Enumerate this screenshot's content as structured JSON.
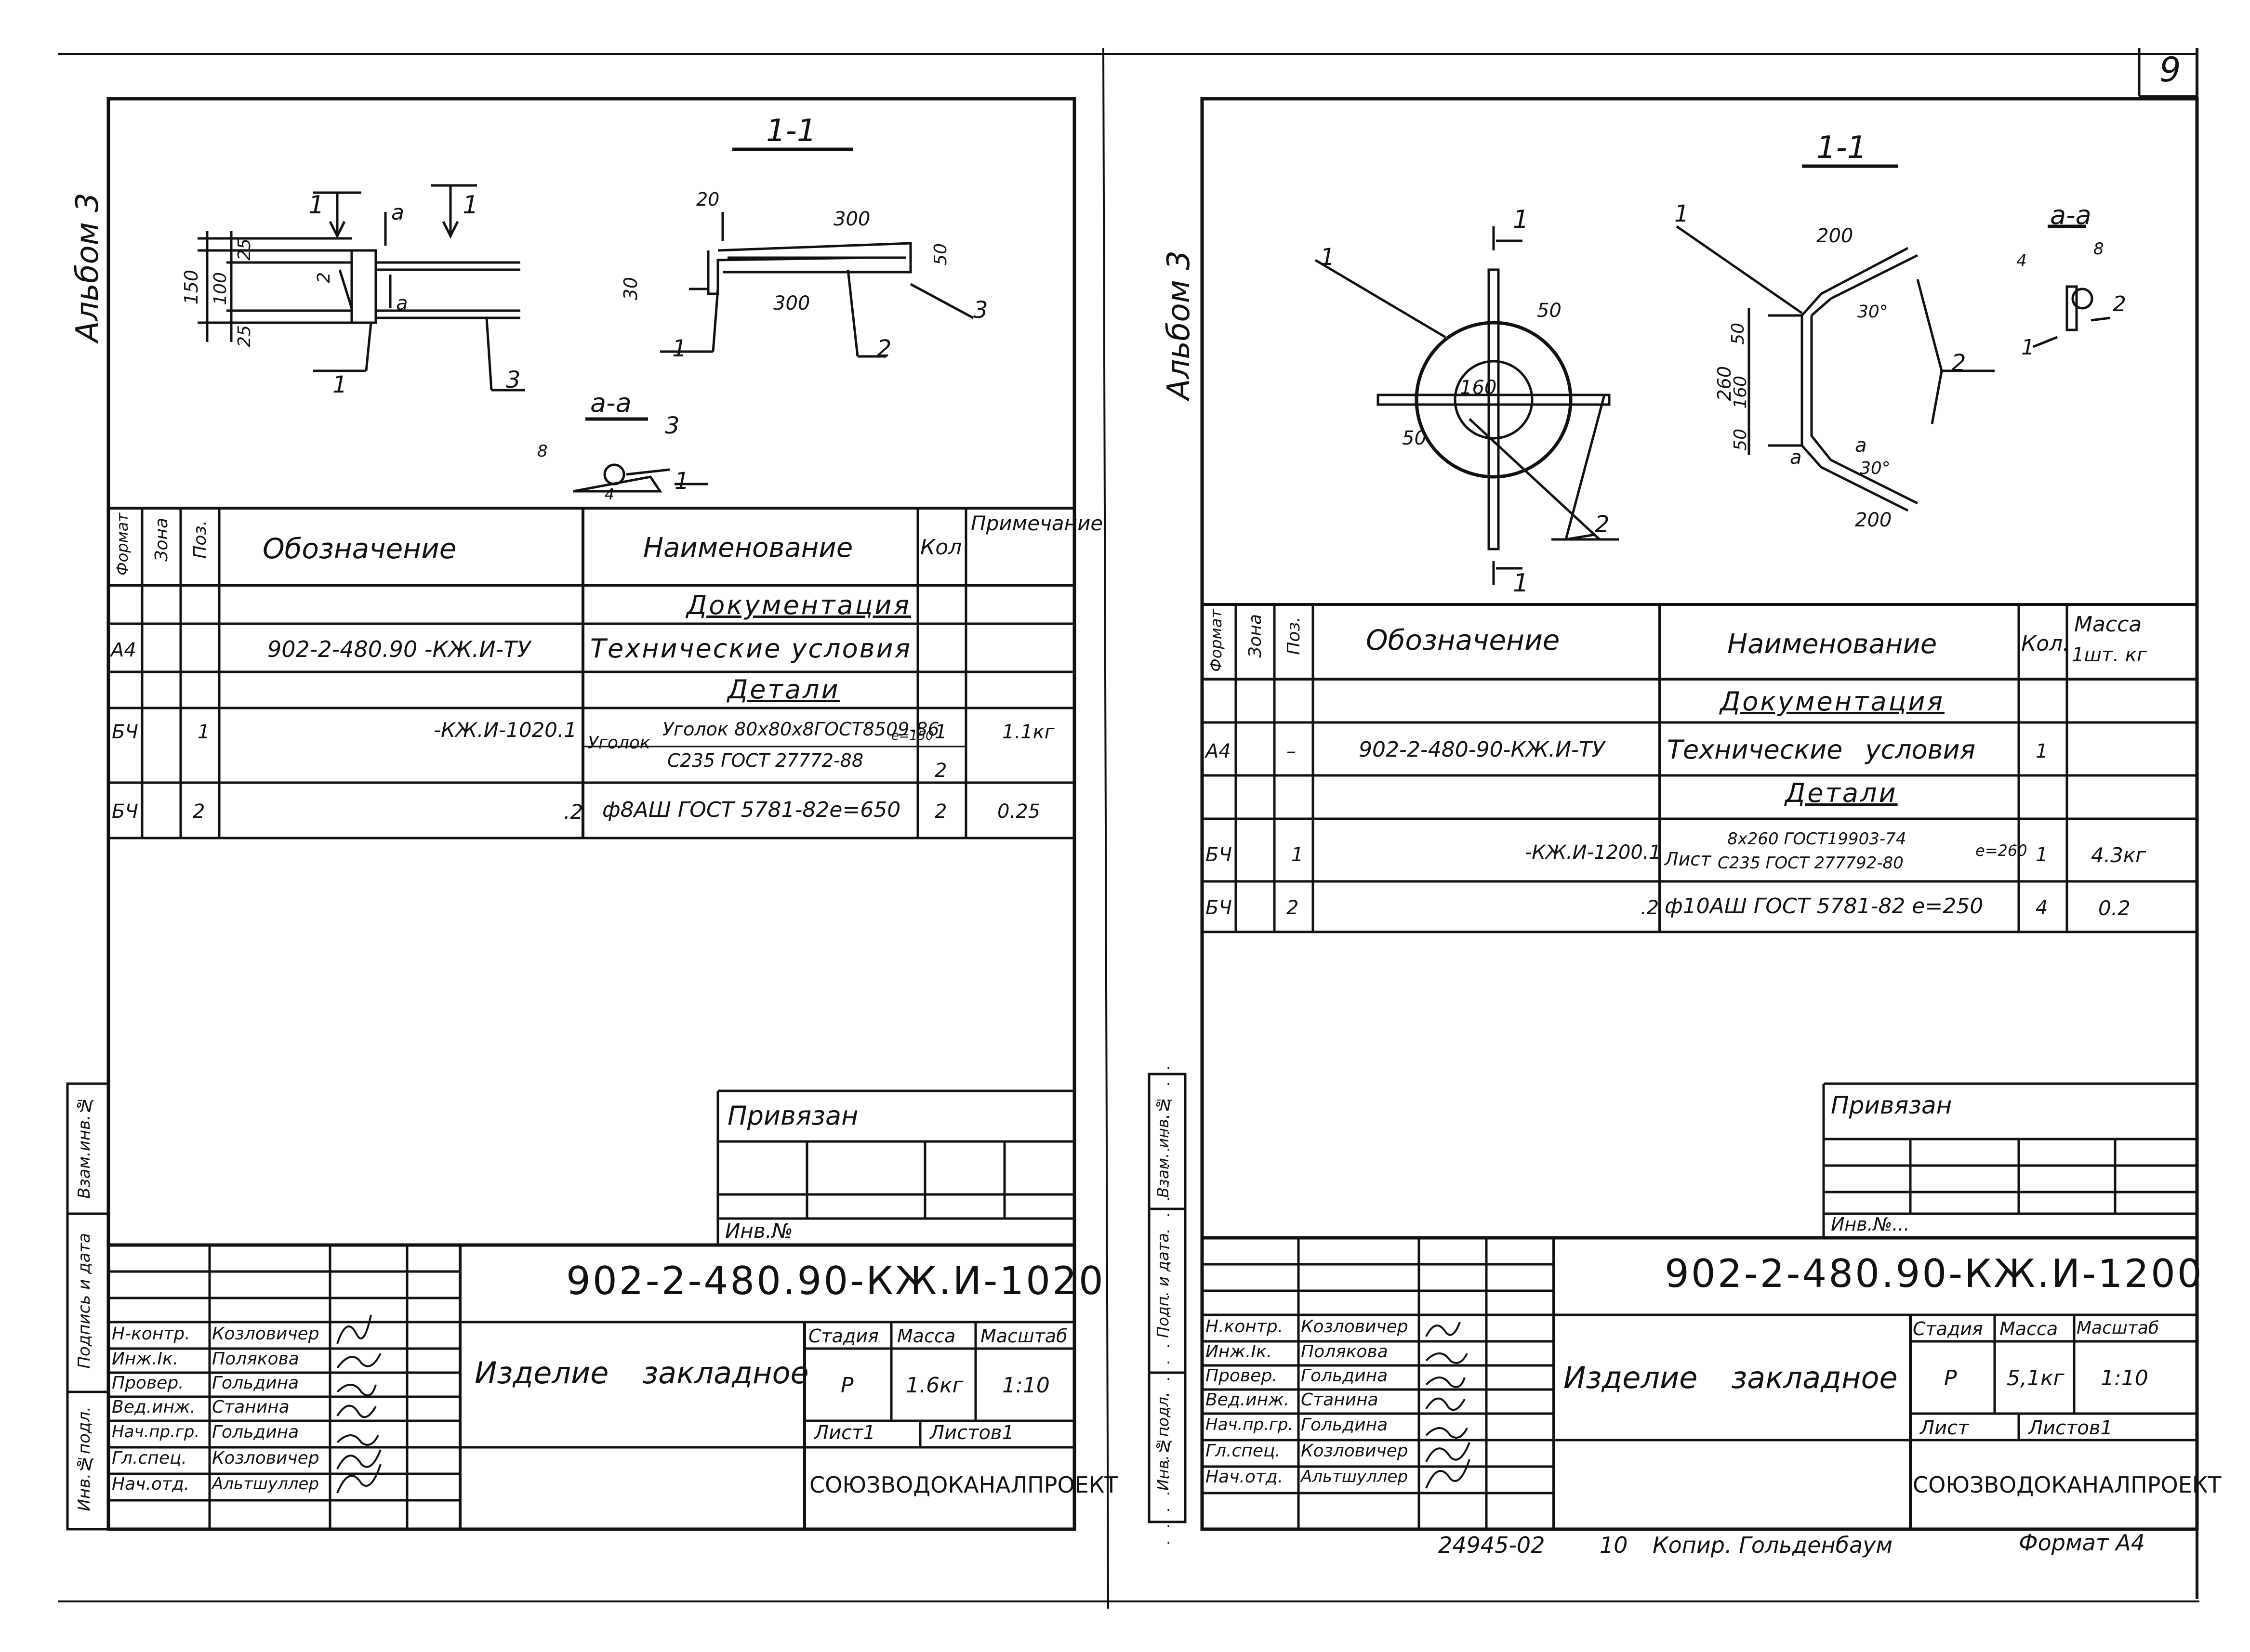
{
  "page_number": "9",
  "left": {
    "album": "Альбом 3",
    "section_title": "1-1",
    "section_aa": "a-a",
    "labels": {
      "cut_1": "1",
      "cut_1b": "1",
      "a": "a",
      "a2": "a",
      "d150": "150",
      "d100": "100",
      "d25a": "25",
      "d25b": "25",
      "d2": "2",
      "d20": "20",
      "d30": "30",
      "d300a": "300",
      "d300b": "300",
      "d50": "50",
      "d8": "8",
      "d4": "4",
      "p1": "1",
      "p3": "3",
      "p1b": "1",
      "p2b": "2",
      "p3b": "3",
      "p3c": "3",
      "p1c": "1"
    },
    "spec": {
      "headers": {
        "format": "Формат",
        "zone": "Зона",
        "pos": "Поз.",
        "designation": "Обозначение",
        "name": "Наименование",
        "qty": "Кол",
        "note": "Примечание"
      },
      "sec_docs": "Документация",
      "sec_parts": "Детали",
      "rows": [
        {
          "format": "А4",
          "pos": "",
          "designation": "902-2-480.90 -КЖ.И-ТУ",
          "name": "Технические условия",
          "qty": "",
          "note": ""
        },
        {
          "format": "БЧ",
          "pos": "1",
          "designation": "-КЖ.И-1020.1",
          "name1": "Уголок 80х80х8ГОСТ8509-86",
          "name1b": "е=150",
          "name2": "С235 ГОСТ 27772-88",
          "qty": "1",
          "qty2": "2",
          "note": "1.1кг"
        },
        {
          "format": "БЧ",
          "pos": "2",
          "designation": ".2",
          "name": "ф8АШ ГОСТ 5781-82е=650",
          "qty": "2",
          "note": "0.25"
        }
      ]
    },
    "privyazan": "Привязан",
    "inv": "Инв.№",
    "side_cols": [
      "Инв.№подл.",
      "Подпись и дата",
      "Взам.инв.№"
    ],
    "title_block": {
      "code": "902-2-480.90-КЖ.И-1020",
      "product": "Изделие закладное",
      "stage_h": "Стадия",
      "mass_h": "Масса",
      "scale_h": "Масштаб",
      "stage": "Р",
      "mass": "1.6кг",
      "scale": "1:10",
      "sheet": "Лист1",
      "sheets": "Листов1",
      "org": "СОЮЗВОДОКАНАЛПРОЕКТ",
      "roles": [
        "Н-контр.",
        "Инж.Iк.",
        "Провер.",
        "Вед.инж.",
        "Нач.пр.гр.",
        "Гл.спец.",
        "Нач.отд."
      ],
      "names": [
        "Козловичер",
        "Полякова",
        "Гольдина",
        "Станина",
        "Гольдина",
        "Козловичер",
        "Альтшуллер"
      ]
    }
  },
  "right": {
    "album": "Альбом 3",
    "section_title": "1-1",
    "section_aa": "a-a",
    "labels": {
      "p1": "1",
      "cut1": "1",
      "cut1b": "1",
      "d50": "50",
      "d160": "160",
      "d50b": "50",
      "p2": "2",
      "p1b": "1",
      "d200": "200",
      "d30": "30°",
      "d260": "260",
      "d50c": "50",
      "d160b": "160",
      "d50d": "50",
      "a": "a",
      "a2": "a",
      "d30b": "30°",
      "d200b": "200",
      "p2b": "2",
      "d4": "4",
      "d8": "8",
      "p2c": "2",
      "p1c": "1"
    },
    "spec": {
      "headers": {
        "format": "Формат",
        "zone": "Зона",
        "pos": "Поз.",
        "designation": "Обозначение",
        "name": "Наименование",
        "qty": "Кол.",
        "note1": "Масса",
        "note2": "1шт. кг"
      },
      "sec_docs": "Документация",
      "sec_parts": "Детали",
      "rows": [
        {
          "format": "А4",
          "pos": "–",
          "designation": "902-2-480-90-КЖ.И-ТУ",
          "name": "Технические условия",
          "qty": "1",
          "note": ""
        },
        {
          "format": "БЧ",
          "pos": "1",
          "designation": "-КЖ.И-1200.1",
          "name_pre": "Лист",
          "name1": "8х260 ГОСТ19903-74",
          "name2": "С235 ГОСТ 277792-80",
          "name_post": "е=260",
          "qty": "1",
          "note": "4.3кг"
        },
        {
          "format": "БЧ",
          "pos": "2",
          "designation": ".2",
          "name": "ф10АШ ГОСТ 5781-82 е=250",
          "qty": "4",
          "note": "0.2"
        }
      ]
    },
    "privyazan": "Привязан",
    "inv": "Инв.№...",
    "side_cols": [
      "Инв.№подл.",
      "Подп. и дата",
      "Взам. инв.№"
    ],
    "title_block": {
      "code": "902-2-480.90-КЖ.И-1200",
      "product": "Изделие закладное",
      "stage_h": "Стадия",
      "mass_h": "Масса",
      "scale_h": "Масштаб",
      "stage": "Р",
      "mass": "5,1кг",
      "scale": "1:10",
      "sheet": "Лист",
      "sheets": "Листов1",
      "org": "СОЮЗВОДОКАНАЛПРОЕКТ",
      "roles": [
        "Н.контр.",
        "Инж.Iк.",
        "Провер.",
        "Вед.инж.",
        "Нач.пр.гр.",
        "Гл.спец.",
        "Нач.отд."
      ],
      "names": [
        "Козловичер",
        "Полякова",
        "Гольдина",
        "Станина",
        "Гольдина",
        "Козловичер",
        "Альтшуллер"
      ]
    },
    "footer": {
      "num": "24945-02",
      "copy_no": "10",
      "copier": "Копир. Гольденбаум",
      "format": "Формат А4"
    }
  }
}
